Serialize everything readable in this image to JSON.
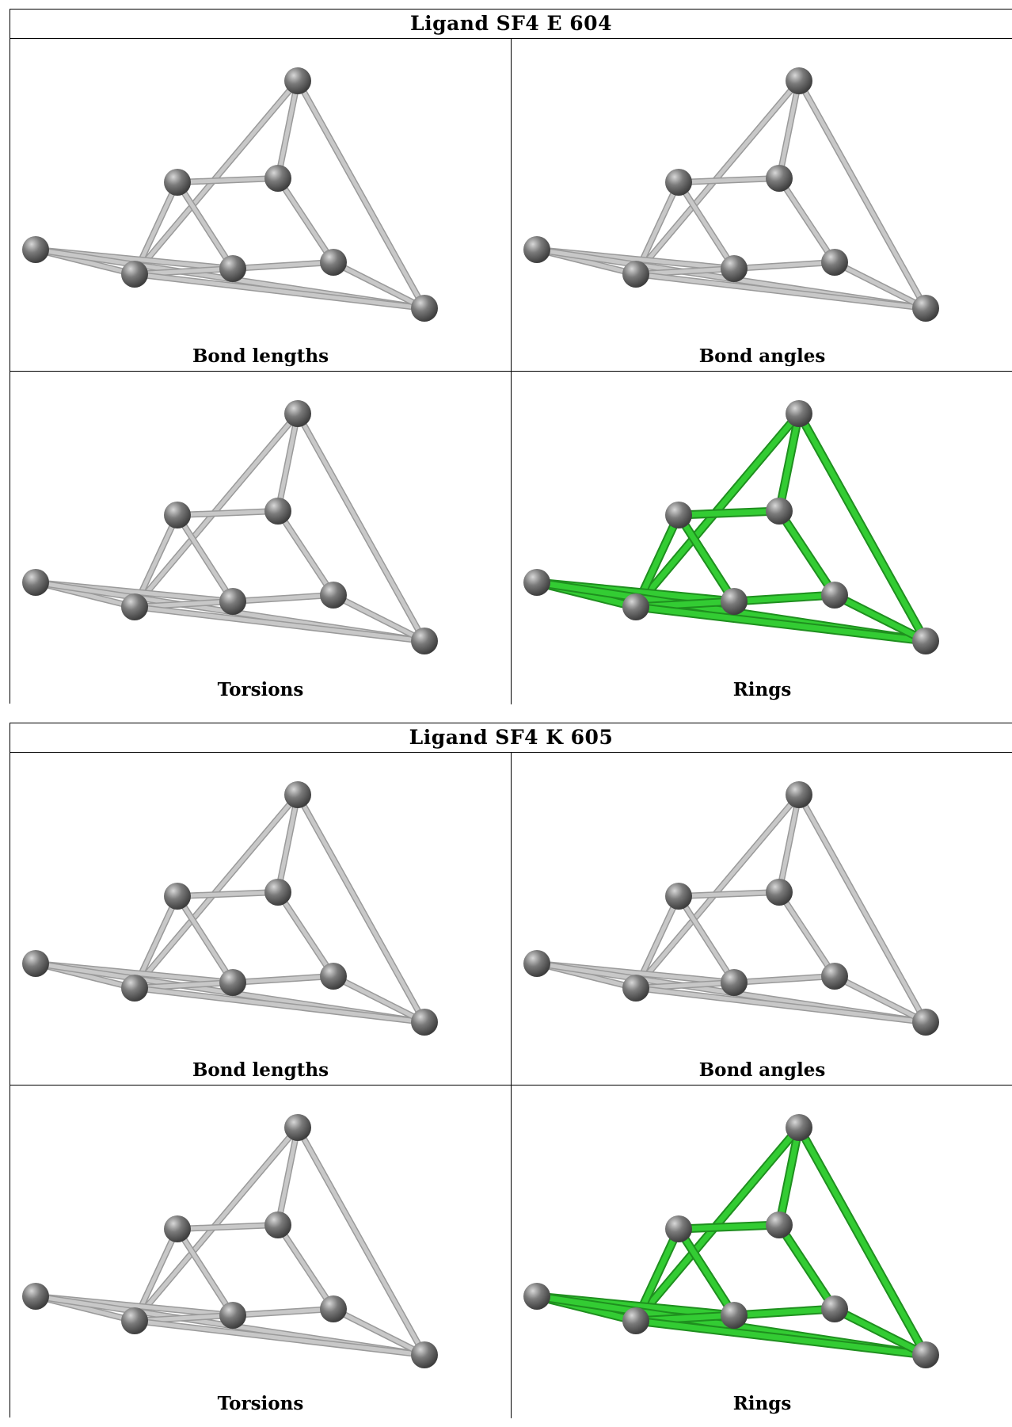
{
  "blocks": [
    {
      "title": "Ligand SF4 E 604",
      "panels": [
        {
          "label": "Bond lengths",
          "highlight": false
        },
        {
          "label": "Bond angles",
          "highlight": false
        },
        {
          "label": "Torsions",
          "highlight": false
        },
        {
          "label": "Rings",
          "highlight": true
        }
      ]
    },
    {
      "title": "Ligand SF4 K 605",
      "panels": [
        {
          "label": "Bond lengths",
          "highlight": false
        },
        {
          "label": "Bond angles",
          "highlight": false
        },
        {
          "label": "Torsions",
          "highlight": false
        },
        {
          "label": "Rings",
          "highlight": true
        }
      ]
    }
  ],
  "colors": {
    "bond_default": "#c8c8c8",
    "bond_highlight": "#33cc33",
    "atom": "#7a7a7a"
  }
}
